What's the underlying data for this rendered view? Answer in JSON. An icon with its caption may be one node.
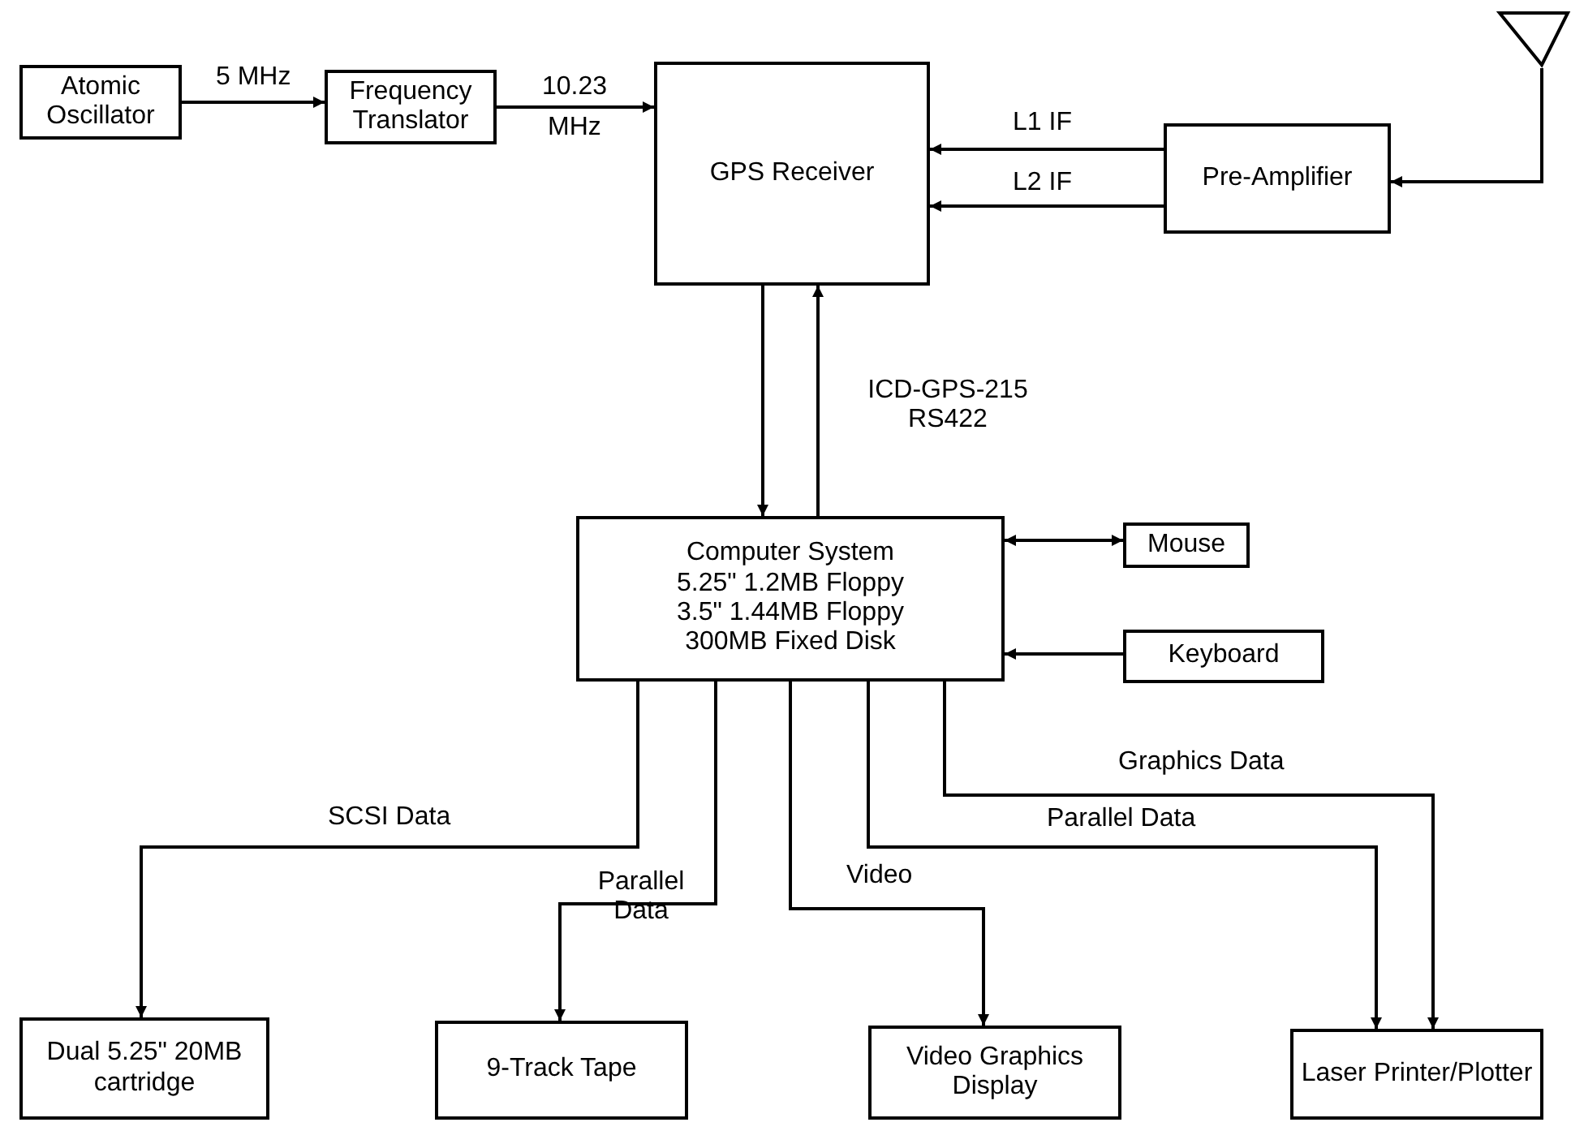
{
  "diagram": {
    "nodes": [
      {
        "text": [
          "Atomic Oscillator"
        ]
      },
      {
        "text": [
          "Frequency Translator"
        ]
      },
      {
        "text": [
          "GPS Receiver"
        ]
      },
      {
        "text": [
          "Pre-Amplifier"
        ]
      },
      {
        "text": [],
        "shape": "picture"
      },
      {
        "text": [
          "Computer System",
          "5.25\" 1.2MB Floppy",
          "3.5\" 1.44MB Floppy",
          "300MB Fixed Disk"
        ]
      },
      {
        "text": [
          "Mouse"
        ]
      },
      {
        "text": [
          "Keyboard"
        ]
      },
      {
        "text": [
          "Dual 5.25\" 20MB cartridge"
        ]
      },
      {
        "text": [
          "9-Track Tape"
        ]
      },
      {
        "text": [
          "Video Graphics Display"
        ]
      },
      {
        "text": [
          "Laser Printer/Plotter"
        ]
      }
    ],
    "edges": [
      {
        "from": 0,
        "to": 1,
        "arrow": "to",
        "label": "5 MHz"
      },
      {
        "from": 1,
        "to": 2,
        "arrow": "to",
        "label": "10.23 MHz"
      },
      {
        "from": 3,
        "to": 2,
        "arrow": "to",
        "label": "L1 IF"
      },
      {
        "from": 3,
        "to": 2,
        "arrow": "to",
        "label": "L2 IF"
      },
      {
        "from": 4,
        "to": 3,
        "arrow": "to"
      },
      {
        "from": 2,
        "to": 5,
        "arrow": "to"
      },
      {
        "from": 5,
        "to": 2,
        "arrow": "to",
        "label": "ICD-GPS-215 RS422"
      },
      {
        "from": 5,
        "to": 6,
        "arrow": "both"
      },
      {
        "from": 7,
        "to": 5,
        "arrow": "to"
      },
      {
        "from": 5,
        "to": 8,
        "arrow": "to",
        "label": "SCSI Data"
      },
      {
        "from": 5,
        "to": 9,
        "arrow": "to",
        "label": "Parallel Data"
      },
      {
        "from": 5,
        "to": 10,
        "arrow": "to",
        "label": "Video"
      },
      {
        "from": 5,
        "to": 11,
        "arrow": "to",
        "label": "Parallel Data"
      },
      {
        "from": 5,
        "to": 11,
        "arrow": "to",
        "label": "Graphics Data"
      }
    ]
  }
}
